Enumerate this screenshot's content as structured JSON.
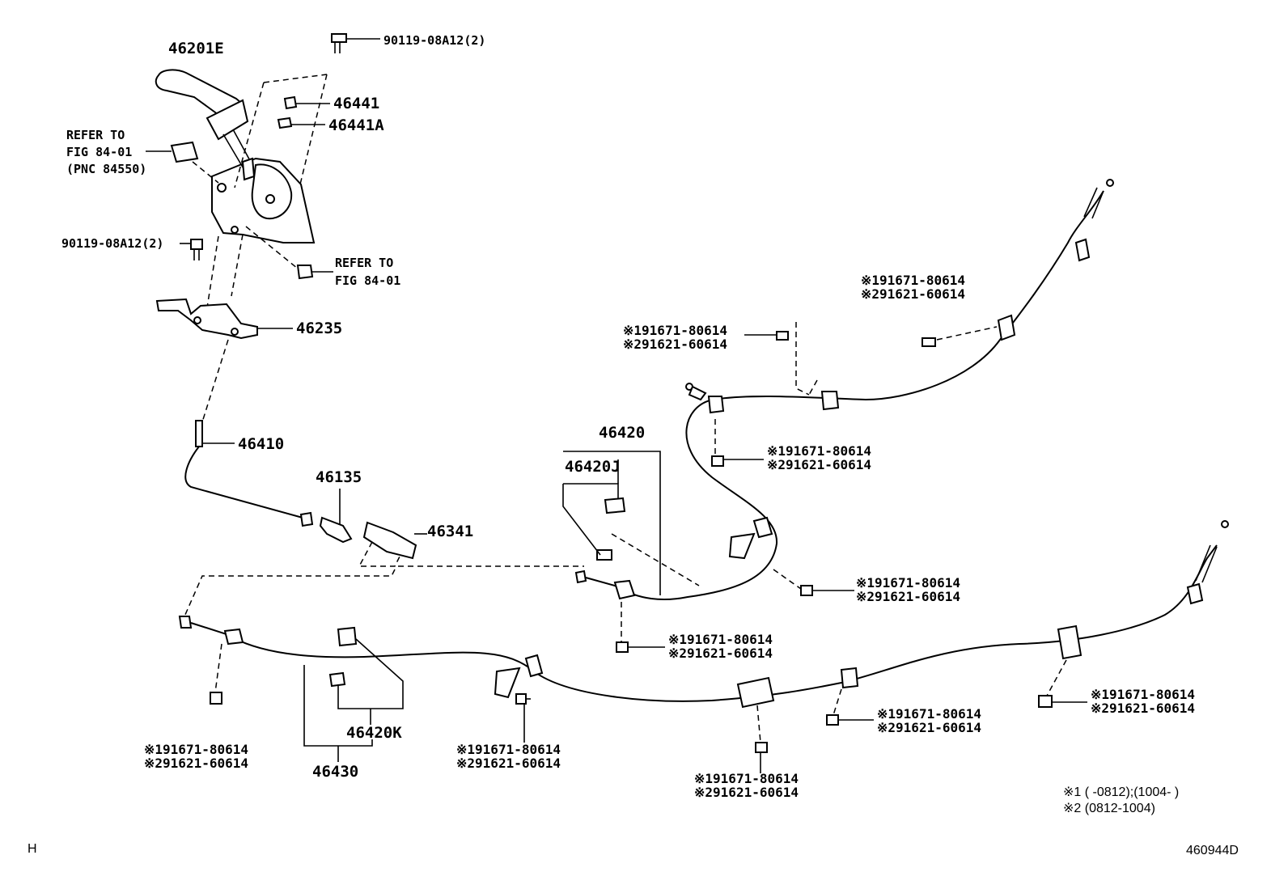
{
  "labels": {
    "p46201E": "46201E",
    "p90119_top": "90119-08A12(2)",
    "p46441": "46441",
    "p46441A": "46441A",
    "refer1_l1": "REFER TO",
    "refer1_l2": "FIG 84-01",
    "refer1_l3": "(PNC 84550)",
    "p90119_left": "90119-08A12(2)",
    "refer2_l1": "REFER TO",
    "refer2_l2": "FIG 84-01",
    "p46235": "46235",
    "p46410": "46410",
    "p46135": "46135",
    "p46341": "46341",
    "p46420": "46420",
    "p46420J": "46420J",
    "p46420K": "46420K",
    "p46430": "46430"
  },
  "fasteners": [
    {
      "a": "※191671-80614",
      "b": "※291621-60614"
    },
    {
      "a": "※191671-80614",
      "b": "※291621-60614"
    },
    {
      "a": "※191671-80614",
      "b": "※291621-60614"
    },
    {
      "a": "※191671-80614",
      "b": "※291621-60614"
    },
    {
      "a": "※191671-80614",
      "b": "※291621-60614"
    },
    {
      "a": "※191671-80614",
      "b": "※291621-60614"
    },
    {
      "a": "※191671-80614",
      "b": "※291621-60614"
    },
    {
      "a": "※191671-80614",
      "b": "※291621-60614"
    },
    {
      "a": "※191671-80614",
      "b": "※291621-60614"
    },
    {
      "a": "※191671-80614",
      "b": "※291621-60614"
    }
  ],
  "footnotes": {
    "n1": "※1 (      -0812);(1004-       )",
    "n2": "※2 (0812-1004)"
  },
  "corner_left": "H",
  "figure_id": "460944D"
}
